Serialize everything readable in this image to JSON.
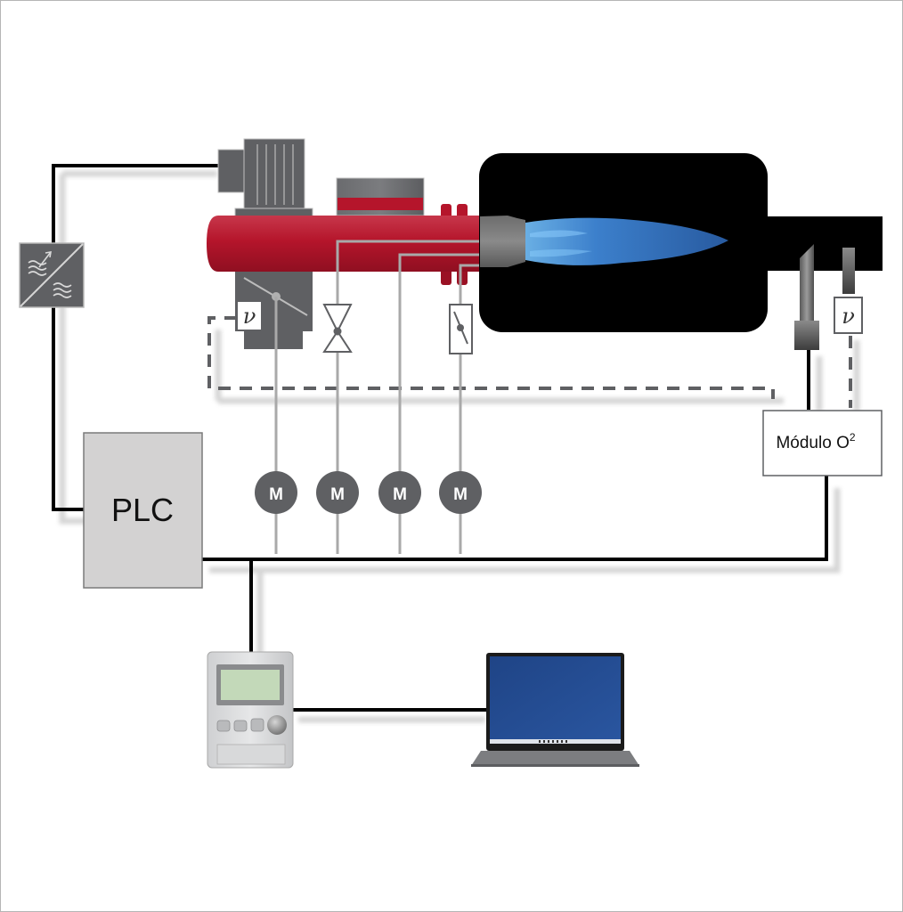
{
  "diagram": {
    "title": "Burner control system schematic",
    "labels": {
      "plc": "PLC",
      "o2_module": "Módulo O",
      "o2_superscript": "2",
      "motor": "M",
      "flow_sensor_symbol": "ν"
    },
    "motors": [
      {
        "label": "M",
        "drives": "air-damper"
      },
      {
        "label": "M",
        "drives": "gas-valve"
      },
      {
        "label": "M",
        "drives": "burner-head"
      },
      {
        "label": "M",
        "drives": "butterfly-valve"
      }
    ],
    "components": [
      "fan-motor",
      "frequency-inverter",
      "burner-tube",
      "gas-ramp",
      "air-damper",
      "gas-valve",
      "butterfly-valve",
      "burner-nozzle",
      "flame",
      "combustion-chamber",
      "flue-pipe",
      "o2-probe",
      "flue-flow-sensor",
      "o2-module",
      "plc",
      "operator-panel",
      "laptop"
    ],
    "colors": {
      "burner_red": "#b5152b",
      "device_gray": "#5f6063",
      "plc_fill": "#d3d2d2",
      "flame_blue": "#3b7fd0",
      "chamber": "#000000",
      "wire": "#000000",
      "signal_line": "#a9a9a9",
      "laptop_screen": "#234c93"
    }
  }
}
